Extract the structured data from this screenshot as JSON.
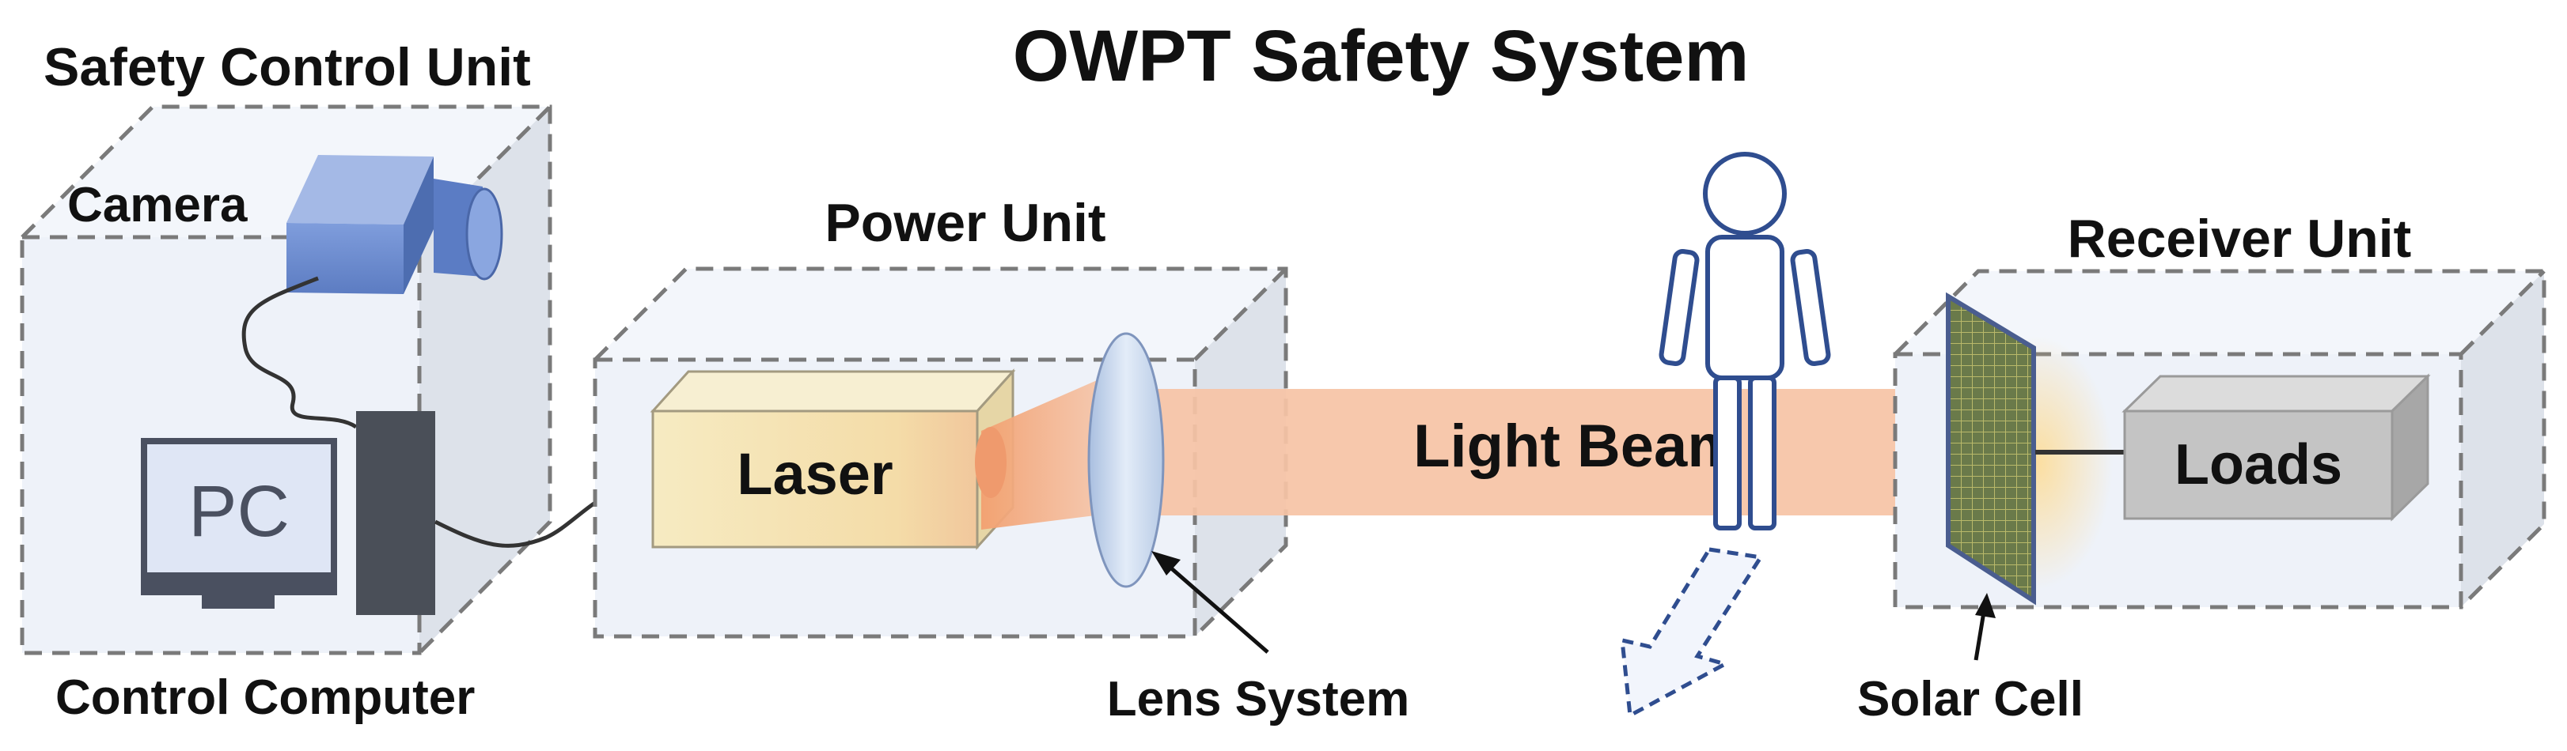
{
  "title": "OWPT Safety System",
  "units": {
    "safety_control": "Safety Control Unit",
    "power": "Power Unit",
    "receiver": "Receiver Unit"
  },
  "components": {
    "camera": "Camera",
    "pc": "PC",
    "control_computer": "Control Computer",
    "laser": "Laser",
    "light_beam": "Light Beam",
    "loads": "Loads",
    "lens_system": "Lens System",
    "solar_cell": "Solar Cell"
  },
  "colors": {
    "box_face": "#eef2f9",
    "box_side": "#dde2ea",
    "camera": "#6f8fd0",
    "laser": "#f4e6b6",
    "beam": "#f6c3a5",
    "loads": "#c4c4c4",
    "person": "#2f4d8f",
    "solar_cell": "#4a5d8f"
  },
  "icons": [
    "camera-icon",
    "monitor-icon",
    "pc-tower-icon",
    "lens-icon",
    "person-icon",
    "solar-cell-icon",
    "arrow-icon"
  ]
}
